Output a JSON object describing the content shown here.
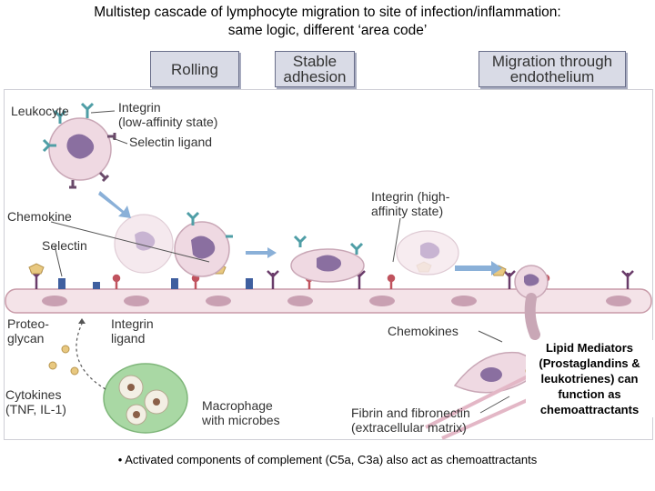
{
  "title": {
    "line1": "Multistep cascade of lymphocyte migration to site of infection/inflammation:",
    "line2": "same logic, different ‘area code’"
  },
  "stages": {
    "rolling": "Rolling",
    "stable_line1": "Stable",
    "stable_line2": "adhesion",
    "migration_line1": "Migration through",
    "migration_line2": "endothelium"
  },
  "labels": {
    "leukocyte": "Leukocyte",
    "integrin_low_1": "Integrin",
    "integrin_low_2": "(low-affinity state)",
    "selectin_ligand": "Selectin ligand",
    "chemokine": "Chemokine",
    "selectin": "Selectin",
    "integrin_high_1": "Integrin (high-",
    "integrin_high_2": "affinity state)",
    "proteoglycan_1": "Proteo-",
    "proteoglycan_2": "glycan",
    "integrin_ligand_1": "Integrin",
    "integrin_ligand_2": "ligand",
    "chemokines": "Chemokines",
    "cytokines_1": "Cytokines",
    "cytokines_2": "(TNF, IL-1)",
    "macrophage_1": "Macrophage",
    "macrophage_2": "with microbes",
    "fibrin_1": "Fibrin and fibronectin",
    "fibrin_2": "(extracellular matrix)"
  },
  "lipid": {
    "line1": "Lipid Mediators",
    "line2": "(Prostaglandins &",
    "line3": "leukotrienes) can",
    "line4": "function as",
    "line5": "chemoattractants"
  },
  "footer": "• Activated components of complement (C5a, C3a) also act as chemoattractants",
  "colors": {
    "cell_fill": "#efd9e2",
    "nucleus": "#8a6fa0",
    "integrin": "#4f9ea6",
    "selectin_ligand": "#6a4a6a",
    "chemokine": "#e8c880",
    "selectin": "#3f5f9f",
    "macrophage": "#a9d8a4",
    "arrow": "#8ab0d8"
  }
}
